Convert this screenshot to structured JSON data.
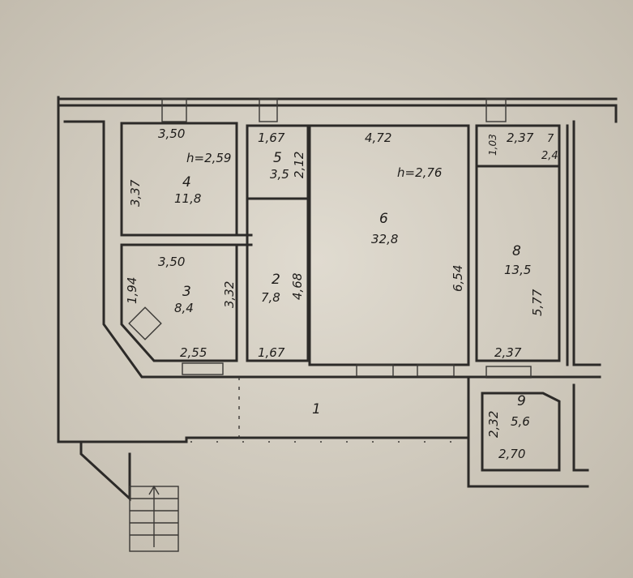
{
  "title": "Floor plan sketch",
  "rooms": [
    {
      "number": "1",
      "area": ""
    },
    {
      "number": "2",
      "area": "7,8",
      "dims": [
        "4,68",
        "1,67"
      ]
    },
    {
      "number": "3",
      "area": "8,4",
      "dims": [
        "3,50",
        "3,32",
        "1,94",
        "2,55"
      ]
    },
    {
      "number": "4",
      "area": "11,8",
      "dims": [
        "3,50",
        "3,37"
      ],
      "height": "h=2,59"
    },
    {
      "number": "5",
      "area": "3,5",
      "dims": [
        "1,67",
        "2,12"
      ]
    },
    {
      "number": "6",
      "area": "32,8",
      "dims": [
        "4,72",
        "6,54"
      ],
      "height": "h=2,76"
    },
    {
      "number": "7",
      "area": "2,4",
      "dims": [
        "2,37",
        "1,03"
      ]
    },
    {
      "number": "8",
      "area": "13,5",
      "dims": [
        "5,77",
        "2,37"
      ]
    },
    {
      "number": "9",
      "area": "5,6",
      "dims": [
        "2,32",
        "2,70"
      ]
    }
  ],
  "colors": {
    "paper": "#d9d3c7",
    "ink": "#2c2a28"
  }
}
